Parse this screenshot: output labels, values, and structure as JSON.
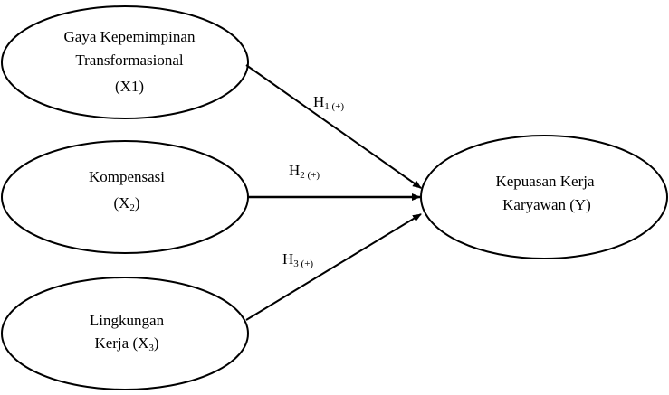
{
  "nodes": {
    "x1": {
      "lines": [
        "Gaya Kepemimpinan",
        "Transformasional",
        "(X1)"
      ]
    },
    "x2": {
      "line1": "Kompensasi",
      "line2_pre": "(X",
      "line2_sub": "2",
      "line2_post": ")"
    },
    "x3": {
      "line1": "Lingkungan",
      "line2_pre": "Kerja (X",
      "line2_sub": "3",
      "line2_post": ")"
    },
    "y": {
      "lines": [
        "Kepuasan Kerja",
        "Karyawan (Y)"
      ]
    }
  },
  "edges": {
    "h1": {
      "main": "H",
      "sub": "1 (+)"
    },
    "h2": {
      "main": "H",
      "sub": "2 (+)"
    },
    "h3": {
      "main": "H",
      "sub": "3 (+)"
    }
  }
}
